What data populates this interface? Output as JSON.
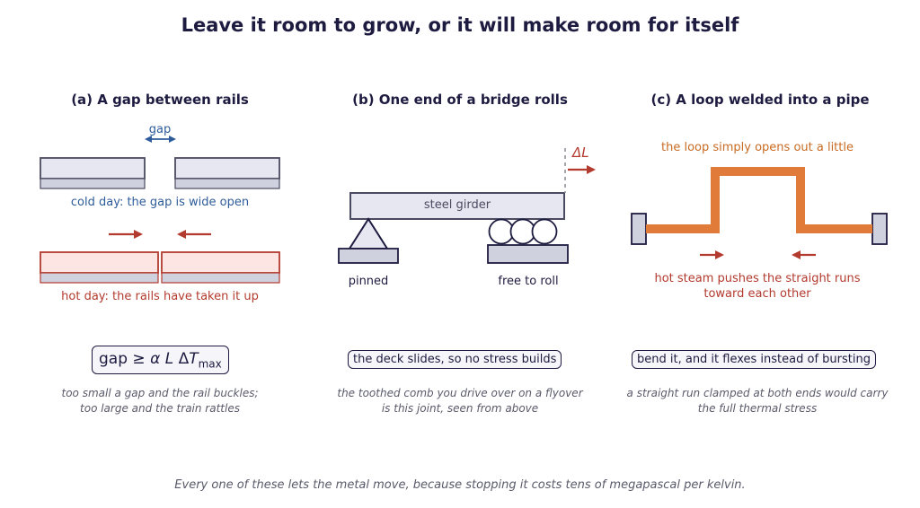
{
  "title": "Leave it room to grow, or it will make room for itself",
  "panels": {
    "a": {
      "title": "(a) A gap between rails",
      "gap_label": "gap",
      "cold_caption": "cold day: the gap is wide open",
      "hot_caption": "hot day: the rails have taken it up",
      "formula": {
        "prefix": "gap ≥ ",
        "alpha": "α",
        "L": "L",
        "delta": " Δ",
        "T": "T",
        "sub": "max"
      },
      "note_lines": [
        "too small a gap and the rail buckles;",
        "too large and the train rattles"
      ]
    },
    "b": {
      "title": "(b) One end of a bridge rolls",
      "girder_label": "steel girder",
      "delta_label": "ΔL",
      "pinned_label": "pinned",
      "roll_label": "free to roll",
      "boxed": "the deck slides, so no stress builds",
      "note_lines": [
        "the toothed comb you drive over on a flyover",
        "is this joint, seen from above"
      ]
    },
    "c": {
      "title": "(c) A loop welded into a pipe",
      "loop_caption": "the loop simply opens out a little",
      "steam_caption_lines": [
        "hot steam pushes the straight runs",
        "toward each other"
      ],
      "boxed": "bend it, and it flexes instead of bursting",
      "note_lines": [
        "a straight run clamped at both ends would carry",
        "the full thermal stress"
      ]
    }
  },
  "footer": "Every one of these lets the metal move, because stopping it costs tens of megapascal per kelvin.",
  "colors": {
    "navy": "#1e1b40",
    "blue": "#2e5c9a",
    "red": "#b33a2e",
    "orange": "#e07b39",
    "rail_fill": "#e6e7f0",
    "rail_base": "#cfd1df",
    "hot_fill": "#fde5e3",
    "muted": "#5a5a6a"
  }
}
